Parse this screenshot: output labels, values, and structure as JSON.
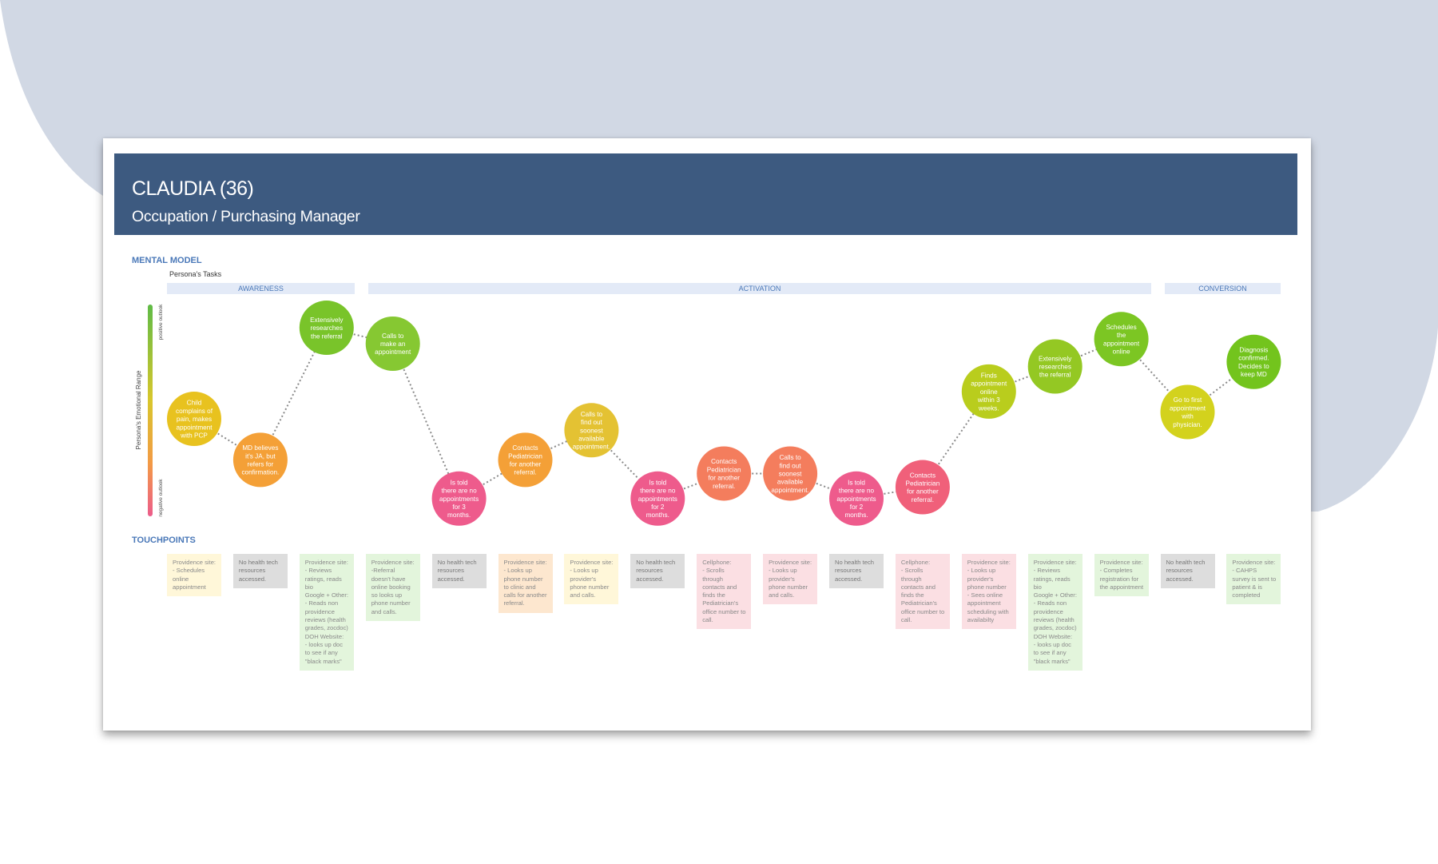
{
  "persona": {
    "name": "CLAUDIA (36)",
    "occupation": "Occupation / Purchasing Manager"
  },
  "colors": {
    "banner": "#3d5a80",
    "section_label": "#4a78b8",
    "phase_band": "#e3eaf7",
    "backdrop_shape": "#d1d8e4",
    "emotion_green": "#7cc623",
    "emotion_yellow": "#e4c51f",
    "emotion_orange": "#f4a037",
    "emotion_coral": "#f47d5d",
    "emotion_pink": "#ef5b8e"
  },
  "mental_model": {
    "label": "MENTAL MODEL",
    "tasks_label": "Persona's Tasks",
    "phases": [
      "AWARENESS",
      "ACTIVATION",
      "CONVERSION"
    ],
    "axis": {
      "title": "Persona's Emotional Range",
      "positive": "positive outlook",
      "negative": "negative outlook"
    },
    "steps": [
      {
        "label": "Child complains of pain, makes appointment with PCP",
        "emotion": 0.47,
        "color": "#e8c21f"
      },
      {
        "label": "MD believes it's JA, but refers for confirmation.",
        "emotion": 0.29,
        "color": "#f4a037"
      },
      {
        "label": "Extensively researches the referral",
        "emotion": 0.87,
        "color": "#79c42a"
      },
      {
        "label": "Calls to make an appointment",
        "emotion": 0.8,
        "color": "#86c832"
      },
      {
        "label": "Is told there are no appointments for 3 months.",
        "emotion": 0.12,
        "color": "#ee5b8c"
      },
      {
        "label": "Contacts Pediatrician for another referral.",
        "emotion": 0.29,
        "color": "#f4a037"
      },
      {
        "label": "Calls to find out soonest available appointment.",
        "emotion": 0.42,
        "color": "#e4c233"
      },
      {
        "label": "Is told there are no appointments for 2 months.",
        "emotion": 0.12,
        "color": "#ee5b8c"
      },
      {
        "label": "Contacts Pediatrician for another referral.",
        "emotion": 0.23,
        "color": "#f47d5d"
      },
      {
        "label": "Calls to find out soonest available appointment.",
        "emotion": 0.23,
        "color": "#f47d5d"
      },
      {
        "label": "Is told there are no appointments for 2 months.",
        "emotion": 0.12,
        "color": "#ee5b8c"
      },
      {
        "label": "Contacts Pediatrician for another referral.",
        "emotion": 0.17,
        "color": "#f0607a"
      },
      {
        "label": "Finds appointment online within 3 weeks.",
        "emotion": 0.59,
        "color": "#b9cd1d"
      },
      {
        "label": "Extensively researches the referral",
        "emotion": 0.7,
        "color": "#94c823"
      },
      {
        "label": "Schedules the appointment online",
        "emotion": 0.82,
        "color": "#7cc623"
      },
      {
        "label": "Go to first appointment with physician.",
        "emotion": 0.5,
        "color": "#d3d21d"
      },
      {
        "label": "Diagnosis confirmed. Decides to keep MD",
        "emotion": 0.72,
        "color": "#73c41d"
      }
    ]
  },
  "touchpoints": {
    "label": "TOUCHPOINTS",
    "items": [
      {
        "text": "Providence site:\n- Schedules online appointment",
        "tone": "yellow"
      },
      {
        "text": "No health tech resources accessed.",
        "tone": "gray"
      },
      {
        "text": "Providence site:\n- Reviews ratings, reads bio\nGoogle + Other:\n- Reads non providence reviews (health grades, zocdoc)\nDOH Website:\n- looks up doc to see if any \"black marks\"",
        "tone": "green"
      },
      {
        "text": "Providence site:\n-Referral doesn't have online booking so looks up phone number and calls.",
        "tone": "green"
      },
      {
        "text": "No health tech resources accessed.",
        "tone": "gray"
      },
      {
        "text": "Providence site:\n- Looks up phone number to clinic and calls for another referral.",
        "tone": "orange"
      },
      {
        "text": "Providence site:\n- Looks up provider's phone number and calls.",
        "tone": "yellow"
      },
      {
        "text": "No health tech resources accessed.",
        "tone": "gray"
      },
      {
        "text": "Cellphone:\n- Scrolls through contacts and finds the Pediatrician's office number to call.",
        "tone": "pink"
      },
      {
        "text": "Providence site:\n- Looks up provider's phone number and calls.",
        "tone": "pink"
      },
      {
        "text": "No health tech resources accessed.",
        "tone": "gray"
      },
      {
        "text": "Cellphone:\n- Scrolls through contacts and finds the Pediatrician's office number to call.",
        "tone": "pink"
      },
      {
        "text": "Providence site:\n- Looks up provider's phone number\n- Sees online appointment scheduling with availabilty",
        "tone": "pink"
      },
      {
        "text": "Providence site:\n- Reviews ratings, reads bio\nGoogle + Other:\n- Reads non providence reviews (health grades, zocdoc)\nDOH Website:\n- looks up doc to see if any \"black marks\"",
        "tone": "green"
      },
      {
        "text": "Providence site:\n- Completes registration for the appointment",
        "tone": "green"
      },
      {
        "text": "No health tech resources accessed.",
        "tone": "gray"
      },
      {
        "text": "Providence site:\n- CAHPS survey is sent to patient & is completed",
        "tone": "green"
      }
    ]
  }
}
